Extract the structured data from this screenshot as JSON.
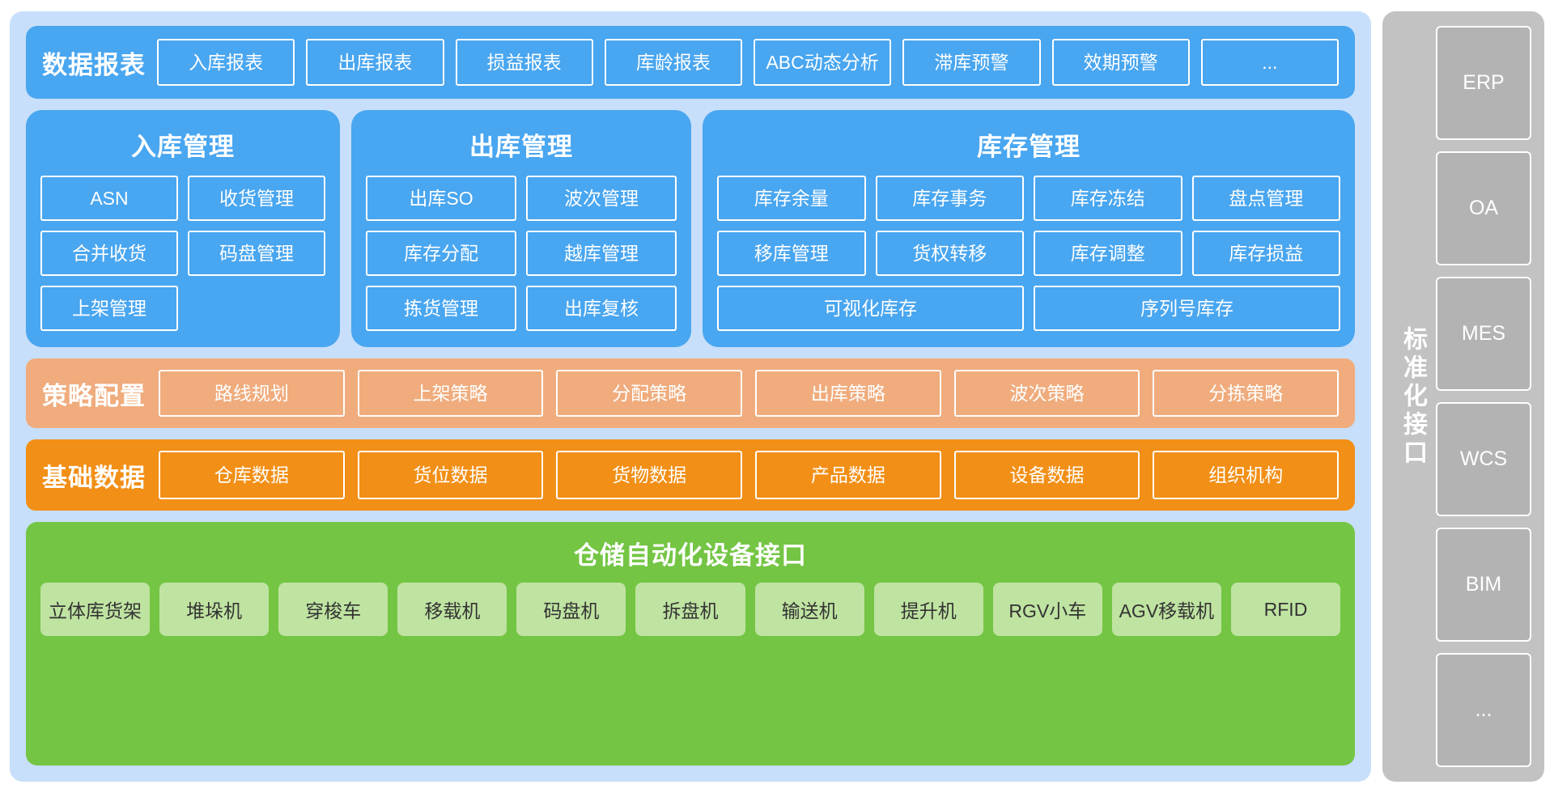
{
  "reports": {
    "title": "数据报表",
    "items": [
      "入库报表",
      "出库报表",
      "损益报表",
      "库龄报表",
      "ABC动态分析",
      "滞库预警",
      "效期预警",
      "..."
    ]
  },
  "inbound": {
    "title": "入库管理",
    "items": [
      "ASN",
      "收货管理",
      "合并收货",
      "码盘管理",
      "上架管理"
    ]
  },
  "outbound": {
    "title": "出库管理",
    "items": [
      "出库SO",
      "波次管理",
      "库存分配",
      "越库管理",
      "拣货管理",
      "出库复核"
    ]
  },
  "stock": {
    "title": "库存管理",
    "items": [
      "库存余量",
      "库存事务",
      "库存冻结",
      "盘点管理",
      "移库管理",
      "货权转移",
      "库存调整",
      "库存损益"
    ],
    "wide_items": [
      "可视化库存",
      "序列号库存"
    ]
  },
  "strategy": {
    "title": "策略配置",
    "items": [
      "路线规划",
      "上架策略",
      "分配策略",
      "出库策略",
      "波次策略",
      "分拣策略"
    ]
  },
  "basedata": {
    "title": "基础数据",
    "items": [
      "仓库数据",
      "货位数据",
      "货物数据",
      "产品数据",
      "设备数据",
      "组织机构"
    ]
  },
  "automation": {
    "title": "仓储自动化设备接口",
    "items": [
      "立体库货架",
      "堆垛机",
      "穿梭车",
      "移载机",
      "码盘机",
      "拆盘机",
      "输送机",
      "提升机",
      "RGV小车",
      "AGV移载机",
      "RFID"
    ]
  },
  "sidebar": {
    "label": "标准化接口",
    "items": [
      "ERP",
      "OA",
      "MES",
      "WCS",
      "BIM",
      "..."
    ]
  },
  "colors": {
    "panel_bg": "#c7dffa",
    "blue": "#49a6f0",
    "light_orange": "#f0ac7d",
    "orange": "#f28f16",
    "green": "#74c544",
    "green_chip": "#bfe3a1",
    "grey": "#c2c2c2",
    "grey_chip": "#b3b3b3"
  }
}
